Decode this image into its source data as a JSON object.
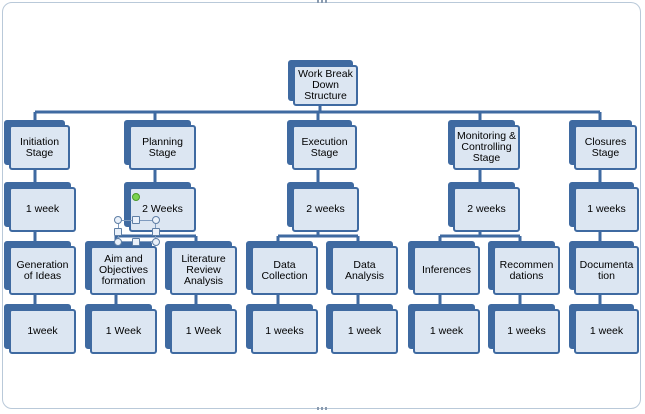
{
  "diagram": {
    "root": {
      "label": "Work Break Down Structure"
    },
    "stages": [
      {
        "label": "Initiation Stage",
        "duration": "1 week",
        "tasks": [
          {
            "label": "Generation of Ideas",
            "duration": "1week"
          }
        ]
      },
      {
        "label": "Planning Stage",
        "duration": "2 Weeks",
        "tasks": [
          {
            "label": "Aim and Objectives formation",
            "duration": "1 Week"
          },
          {
            "label": "Literature Review Analysis",
            "duration": "1 Week"
          }
        ]
      },
      {
        "label": "Execution Stage",
        "duration": "2 weeks",
        "tasks": [
          {
            "label": "Data Collection",
            "duration": "1 weeks"
          },
          {
            "label": "Data Analysis",
            "duration": "1 week"
          }
        ]
      },
      {
        "label": "Monitoring & Controlling Stage",
        "duration": "2 weeks",
        "tasks": [
          {
            "label": "Inferences",
            "duration": "1 week"
          },
          {
            "label": "Recommen dations",
            "duration": "1 weeks"
          }
        ]
      },
      {
        "label": "Closures Stage",
        "duration": "1 weeks",
        "tasks": [
          {
            "label": "Documenta tion",
            "duration": "1 week"
          }
        ]
      }
    ]
  },
  "colors": {
    "box_fill": "#dce6f2",
    "box_border": "#3f6aa1",
    "line": "#3f6aa1"
  }
}
